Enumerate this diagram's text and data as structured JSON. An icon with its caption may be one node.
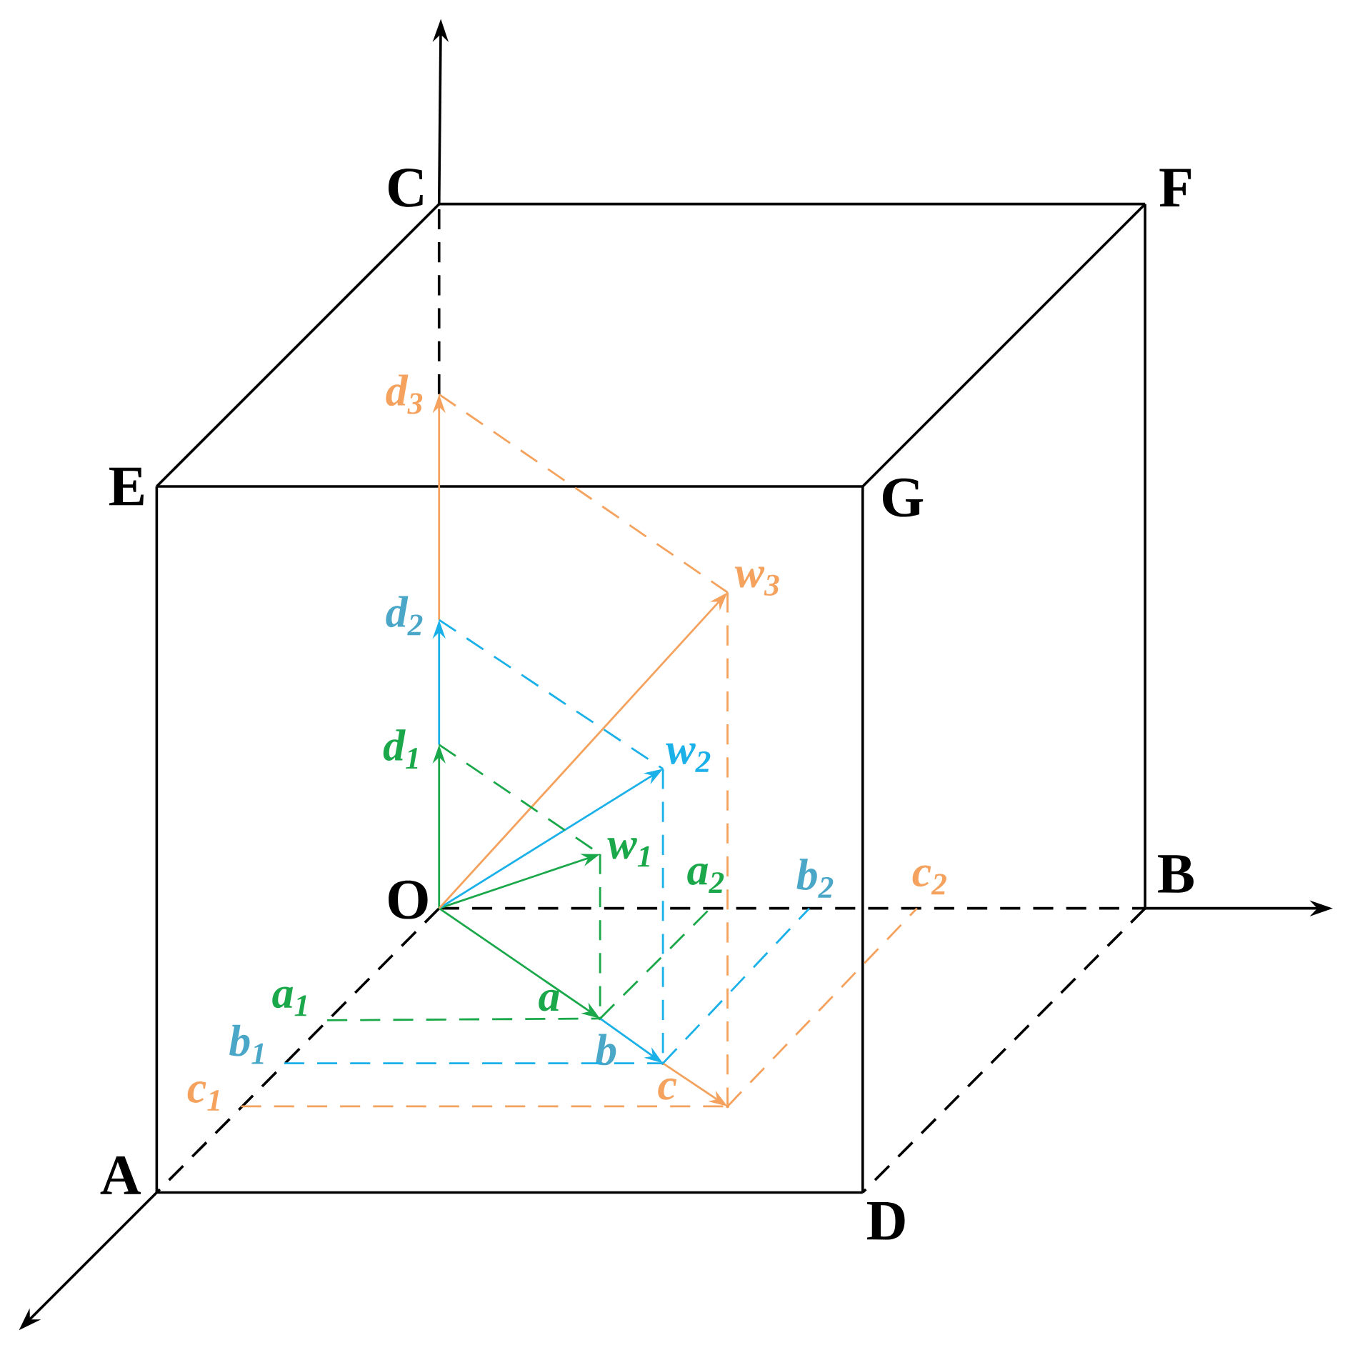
{
  "diagram": {
    "nodes": [
      {
        "text": [
          "C"
        ]
      },
      {
        "text": [
          "F"
        ]
      },
      {
        "text": [
          "d$_{3}$"
        ]
      },
      {
        "text": [
          "E"
        ]
      },
      {
        "text": [
          "G"
        ]
      },
      {
        "text": [
          "w$_{3}$"
        ]
      },
      {
        "text": [
          "d$_{2}$"
        ]
      },
      {
        "text": [
          "d$_{1}$"
        ]
      },
      {
        "text": [
          "w$_{2}$"
        ]
      },
      {
        "text": [
          "w$_{1}$"
        ]
      },
      {
        "text": [
          "O"
        ]
      },
      {
        "text": [
          "a$_{2}$"
        ]
      },
      {
        "text": [
          "b$_{2}$"
        ]
      },
      {
        "text": [
          "c$_{2}$"
        ]
      },
      {
        "text": [
          "B"
        ]
      },
      {
        "text": [
          "a$_{1}$"
        ]
      },
      {
        "text": [
          "a"
        ]
      },
      {
        "text": [
          "b$_{1}$"
        ]
      },
      {
        "text": [
          "b"
        ]
      },
      {
        "text": [
          "c$_{1}$"
        ]
      },
      {
        "text": [
          "c"
        ]
      },
      {
        "text": [
          "A"
        ]
      },
      {
        "text": [
          "D"
        ]
      }
    ],
    "edges": [
      {
        "from": 0,
        "to": 1,
        "arrow": "none"
      },
      {
        "from": 0,
        "to": 3,
        "arrow": "none"
      },
      {
        "from": 1,
        "to": 4,
        "arrow": "none"
      },
      {
        "from": 3,
        "to": 4,
        "arrow": "none"
      },
      {
        "from": 1,
        "to": 14,
        "arrow": "none"
      },
      {
        "from": 3,
        "to": 21,
        "arrow": "none"
      },
      {
        "from": 4,
        "to": 22,
        "arrow": "none"
      },
      {
        "from": 21,
        "to": 22,
        "arrow": "none"
      },
      {
        "from": 2,
        "to": 0,
        "arrow": "none",
        "style": "dashed"
      },
      {
        "from": 10,
        "to": 14,
        "arrow": "none",
        "style": "dashed"
      },
      {
        "from": 10,
        "to": 21,
        "arrow": "none",
        "style": "dashed"
      },
      {
        "from": 14,
        "to": 22,
        "arrow": "none",
        "style": "dashed"
      },
      {
        "from": 10,
        "to": 7,
        "arrow": "to",
        "color": "#1aa84a"
      },
      {
        "from": 7,
        "to": 6,
        "arrow": "to",
        "color": "#1ab0e8"
      },
      {
        "from": 6,
        "to": 2,
        "arrow": "to",
        "color": "#f4a25d"
      },
      {
        "from": 10,
        "to": 16,
        "arrow": "to",
        "color": "#1aa84a"
      },
      {
        "from": 16,
        "to": 18,
        "arrow": "to",
        "color": "#1ab0e8"
      },
      {
        "from": 18,
        "to": 20,
        "arrow": "to",
        "color": "#f4a25d"
      },
      {
        "from": 10,
        "to": 9,
        "arrow": "to",
        "color": "#1aa84a"
      },
      {
        "from": 10,
        "to": 8,
        "arrow": "to",
        "color": "#1ab0e8"
      },
      {
        "from": 10,
        "to": 5,
        "arrow": "to",
        "color": "#f4a25d"
      },
      {
        "from": 7,
        "to": 9,
        "arrow": "none",
        "style": "dashed",
        "color": "#1aa84a"
      },
      {
        "from": 9,
        "to": 16,
        "arrow": "none",
        "style": "dashed",
        "color": "#1aa84a"
      },
      {
        "from": 15,
        "to": 16,
        "arrow": "none",
        "style": "dashed",
        "color": "#1aa84a"
      },
      {
        "from": 16,
        "to": 11,
        "arrow": "none",
        "style": "dashed",
        "color": "#1aa84a"
      },
      {
        "from": 6,
        "to": 8,
        "arrow": "none",
        "style": "dashed",
        "color": "#1ab0e8"
      },
      {
        "from": 8,
        "to": 18,
        "arrow": "none",
        "style": "dashed",
        "color": "#1ab0e8"
      },
      {
        "from": 17,
        "to": 18,
        "arrow": "none",
        "style": "dashed",
        "color": "#1ab0e8"
      },
      {
        "from": 18,
        "to": 12,
        "arrow": "none",
        "style": "dashed",
        "color": "#1ab0e8"
      },
      {
        "from": 2,
        "to": 5,
        "arrow": "none",
        "style": "dashed",
        "color": "#f4a25d"
      },
      {
        "from": 5,
        "to": 20,
        "arrow": "none",
        "style": "dashed",
        "color": "#f4a25d"
      },
      {
        "from": 19,
        "to": 20,
        "arrow": "none",
        "style": "dashed",
        "color": "#f4a25d"
      },
      {
        "from": 20,
        "to": 13,
        "arrow": "none",
        "style": "dashed",
        "color": "#f4a25d"
      }
    ]
  }
}
